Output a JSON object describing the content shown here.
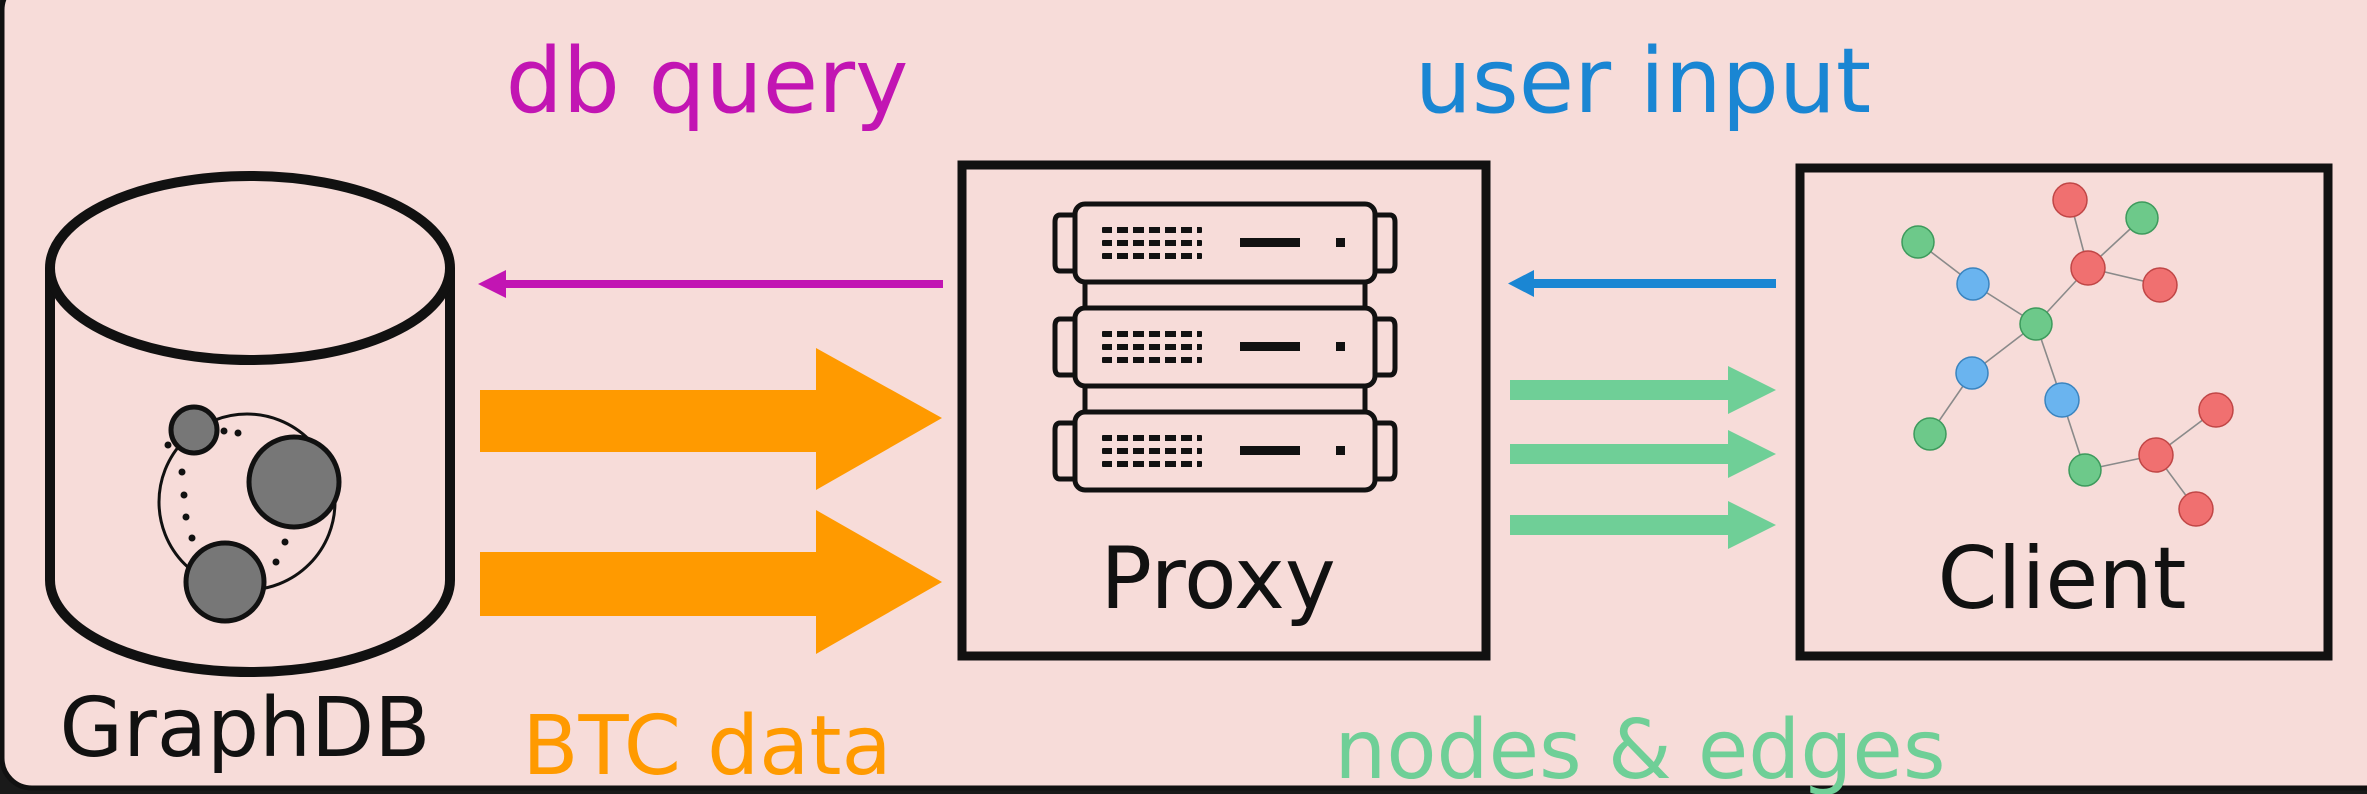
{
  "labels": {
    "db_query": "db query",
    "user_input": "user input",
    "btc_data": "BTC data",
    "nodes_edges": "nodes & edges",
    "graphdb": "GraphDB",
    "proxy": "Proxy",
    "client": "Client"
  },
  "colors": {
    "background": "#f7dcd9",
    "db_query": "#c215b3",
    "user_input": "#1a86d3",
    "btc_data": "#ff9a00",
    "nodes_edges": "#6fcf97",
    "graph_node_green": "#6dc98a",
    "graph_node_red": "#f07070",
    "graph_node_blue": "#6ab4ef"
  },
  "icons": {
    "database": "database-cylinder-icon",
    "logo": "graphdb-logo-icon",
    "server": "server-rack-icon",
    "graph": "graph-visualization-icon"
  }
}
